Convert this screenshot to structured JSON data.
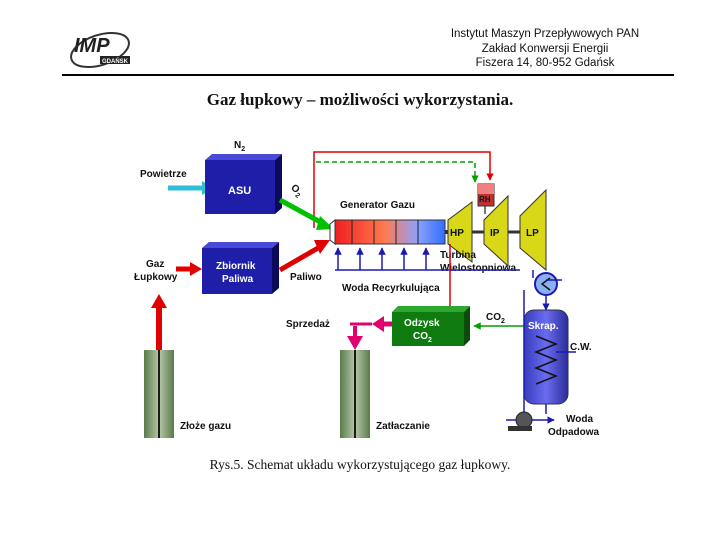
{
  "header": {
    "logo_text": "IMP",
    "logo_subtext": "GDAŃSK",
    "institute_lines": [
      "Instytut Maszyn Przepływowych PAN",
      "Zakład Konwersji Energii",
      "Fiszera 14, 80-952 Gdańsk"
    ]
  },
  "title": "Gaz łupkowy – możliwości wykorzystania.",
  "caption": "Rys.5. Schemat układu wykorzystującego gaz łupkowy.",
  "diagram": {
    "n2": "N",
    "n2_sub": "2",
    "powietrze": "Powietrze",
    "asu": "ASU",
    "o2": "O",
    "o2_sub": "2",
    "generator": "Generator Gazu",
    "rh": "RH",
    "hp": "HP",
    "ip": "IP",
    "lp": "LP",
    "turbina": "Turbina",
    "wielostopniowa": "Wielostopniowa",
    "gaz": "Gaz",
    "lupkowy": "Łupkowy",
    "zbiornik": "Zbiornik",
    "paliwa": "Paliwa",
    "paliwo": "Paliwo",
    "woda_recyrkulujaca": "Woda Recyrkulująca",
    "sprzedaz": "Sprzedaż",
    "odzysk": "Odzysk",
    "odzysk_co2": "CO",
    "odzysk_co2_sub": "2",
    "co2": "CO",
    "co2_sub": "2",
    "skrap": "Skrap.",
    "cw": "C.W.",
    "zloze": "Złoże gazu",
    "zatlaczanie": "Zatłaczanie",
    "woda": "Woda",
    "odpadowa": "Odpadowa"
  }
}
